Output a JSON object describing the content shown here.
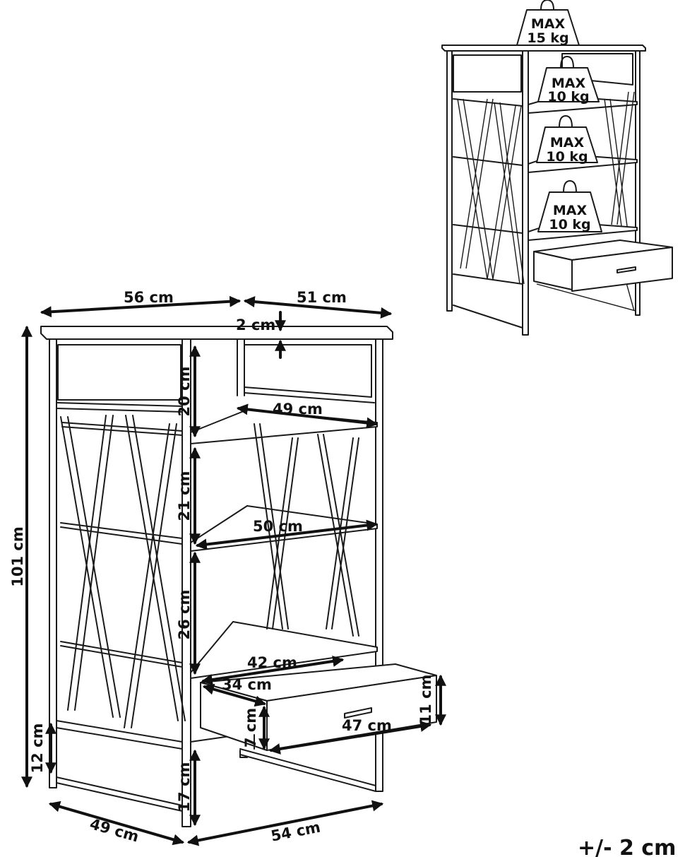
{
  "dimensions": {
    "top_width": "56 cm",
    "top_depth": "51 cm",
    "top_thickness": "2 cm",
    "total_height": "101 cm",
    "shelf_gap_1": "20 cm",
    "shelf_width_1": "49 cm",
    "shelf_gap_2": "21 cm",
    "shelf_width_2": "50 cm",
    "shelf_gap_3": "26 cm",
    "drawer_outer_width": "42 cm",
    "drawer_depth": "34 cm",
    "drawer_inner_height": "7 cm",
    "drawer_length": "47 cm",
    "drawer_height": "11 cm",
    "bottom_panel_height": "12 cm",
    "bottom_clearance": "17 cm",
    "base_depth": "49 cm",
    "base_width": "54 cm"
  },
  "load_limits": [
    {
      "line1": "MAX",
      "line2": "15 kg"
    },
    {
      "line1": "MAX",
      "line2": "10 kg"
    },
    {
      "line1": "MAX",
      "line2": "10 kg"
    },
    {
      "line1": "MAX",
      "line2": "10 kg"
    }
  ],
  "tolerance": "+/- 2 cm"
}
